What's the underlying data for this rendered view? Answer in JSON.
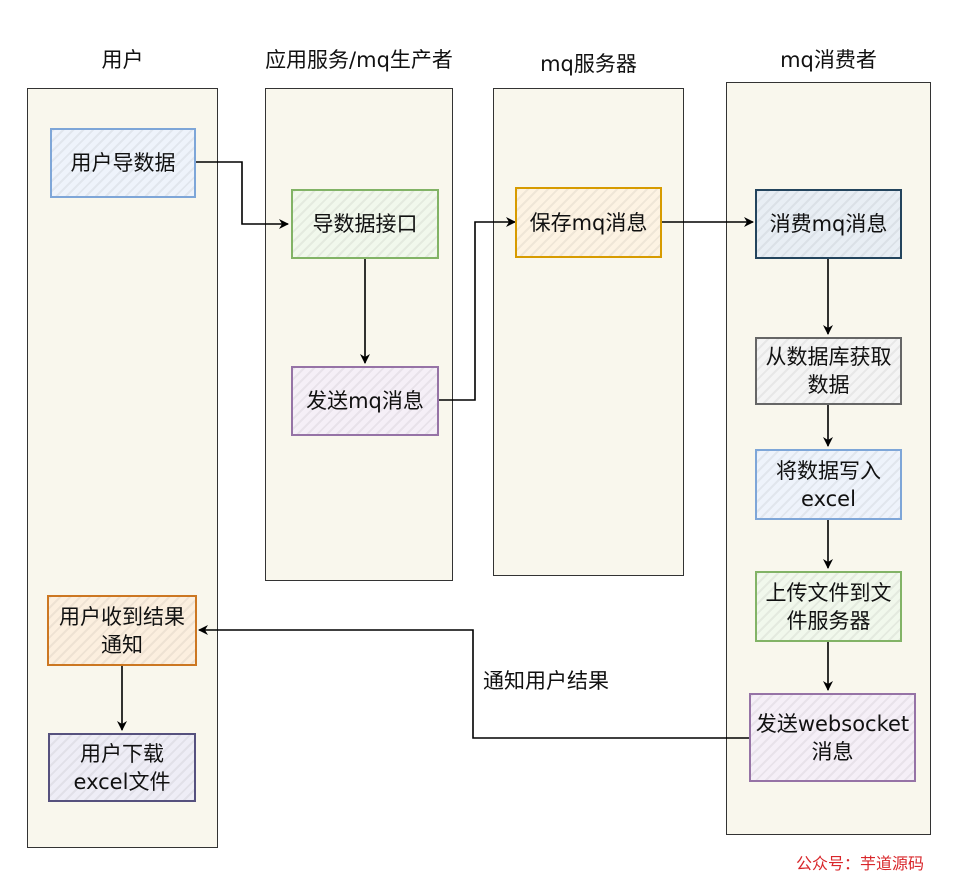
{
  "lanes": {
    "user": "用户",
    "producer": "应用服务/mq生产者",
    "server": "mq服务器",
    "consumer": "mq消费者"
  },
  "nodes": {
    "user_export": "用户导数据",
    "export_api": "导数据接口",
    "send_mq": "发送mq消息",
    "save_mq": "保存mq消息",
    "consume_mq": "消费mq消息",
    "fetch_db": "从数据库获取\n数据",
    "write_excel": "将数据写入\nexcel",
    "upload_file": "上传文件到文\n件服务器",
    "send_ws": "发送websocket\n消息",
    "user_notified": "用户收到结果\n通知",
    "user_download": "用户下载\nexcel文件"
  },
  "edge_labels": {
    "notify_user": "通知用户结果"
  },
  "watermark": "公众号：芋道源码"
}
